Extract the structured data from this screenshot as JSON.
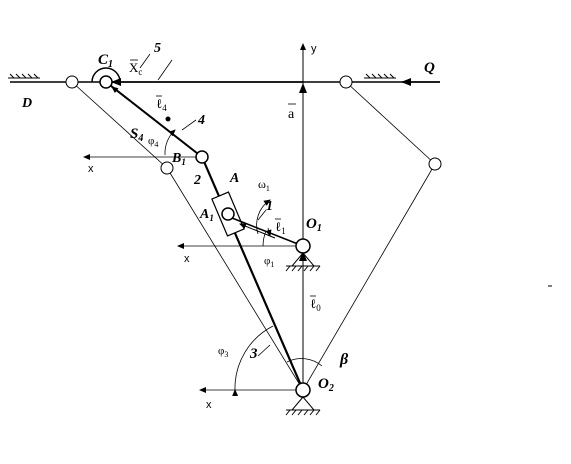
{
  "labels": {
    "C1": "C",
    "C1_sub": "1",
    "num5": "5",
    "Q": "Q",
    "D": "D",
    "Xc": "X",
    "Xc_sub": "c",
    "y": "y",
    "l4": "ℓ",
    "l4_sub": "4",
    "num4": "4",
    "a": "a",
    "S4": "S",
    "S4_sub": "4",
    "phi4": "φ",
    "phi4_sub": "4",
    "B1": "B",
    "B1_sub": "1",
    "x_top": "x",
    "num2": "2",
    "A": "A",
    "omega1": "ω",
    "omega1_sub": "1",
    "A1": "A",
    "A1_sub": "1",
    "num1": "1",
    "l1": "ℓ",
    "l1_sub": "1",
    "O1": "O",
    "O1_sub": "1",
    "x_mid": "x",
    "phi1": "φ",
    "phi1_sub": "1",
    "l0": "ℓ",
    "l0_sub": "0",
    "phi3": "φ",
    "phi3_sub": "3",
    "num3": "3",
    "beta": "β",
    "O2": "O",
    "O2_sub": "2",
    "x_bot": "x"
  }
}
